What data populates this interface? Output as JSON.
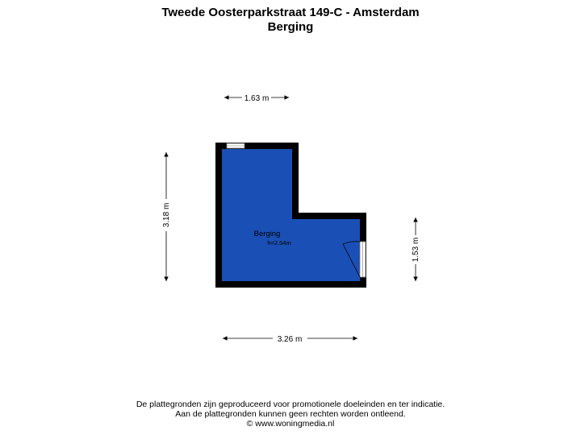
{
  "header": {
    "address": "Tweede Oosterparkstraat 149-C - Amsterdam",
    "floor": "Berging"
  },
  "room": {
    "name": "Berging",
    "height": "h=2.54m",
    "fill_color": "#1a4fb5",
    "wall_color": "#000000"
  },
  "dimensions": {
    "top_width": "1.63 m",
    "left_height": "3.18 m",
    "right_height": "1.53 m",
    "bottom_width": "3.26 m"
  },
  "footer": {
    "line1": "De plattegronden zijn geproduceerd voor promotionele doeleinden en ter indicatie.",
    "line2": "Aan de plattegronden kunnen geen rechten worden ontleend.",
    "line3": "© www.woningmedia.nl"
  }
}
